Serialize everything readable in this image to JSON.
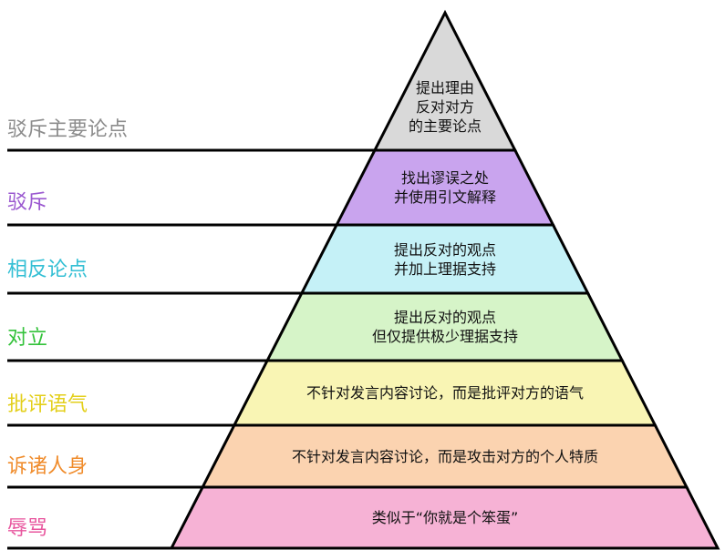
{
  "tiers": [
    {
      "label": "驳斥主要论点",
      "label_color": "#8c8c8c",
      "fill": "#d9d9d9",
      "lines": [
        "提出理由",
        "反对对方",
        "的主要论点"
      ]
    },
    {
      "label": "驳斥",
      "label_color": "#9b59d0",
      "fill": "#c9a4ee",
      "lines": [
        "找出谬误之处",
        "并使用引文解释"
      ]
    },
    {
      "label": "相反论点",
      "label_color": "#33bfd4",
      "fill": "#c5f1f7",
      "lines": [
        "提出反对的观点",
        "并加上理据支持"
      ]
    },
    {
      "label": "对立",
      "label_color": "#33c23a",
      "fill": "#d6f4c8",
      "lines": [
        "提出反对的观点",
        "但仅提供极少理据支持"
      ]
    },
    {
      "label": "批评语气",
      "label_color": "#e3cf1a",
      "fill": "#f9f5b4",
      "lines": [
        "不针对发言内容讨论，而是批评对方的语气"
      ]
    },
    {
      "label": "诉诸人身",
      "label_color": "#f08c2c",
      "fill": "#fbd3b0",
      "lines": [
        "不针对发言内容讨论，而是攻击对方的个人特质"
      ]
    },
    {
      "label": "辱骂",
      "label_color": "#e8569e",
      "fill": "#f6b2d5",
      "lines": [
        "类似于“你就是个笨蛋”"
      ]
    }
  ]
}
